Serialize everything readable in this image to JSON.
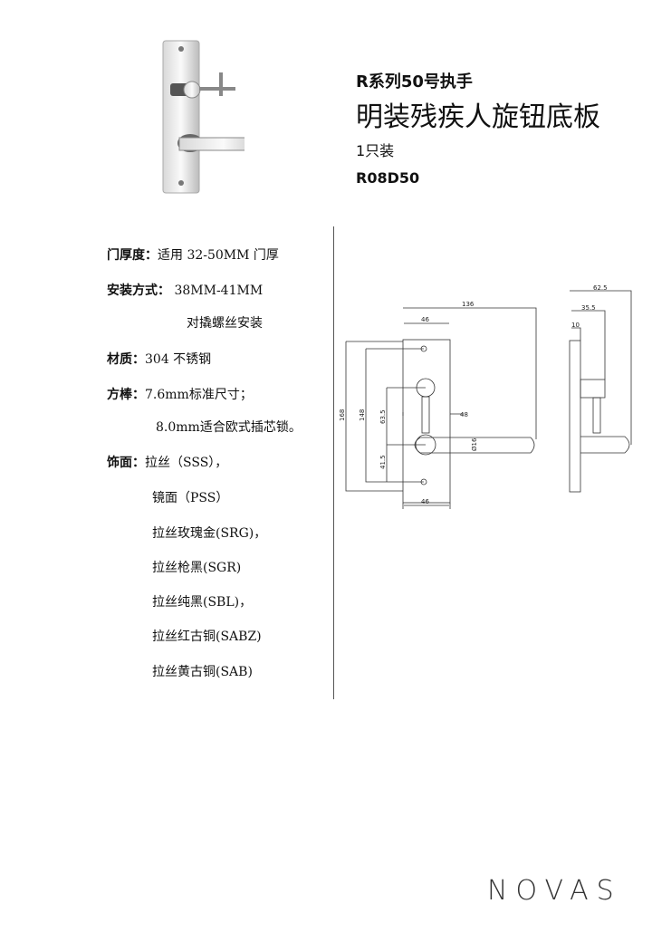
{
  "header": {
    "series": "R系列50号执手",
    "name": "明装残疾人旋钮底板",
    "pack": "1只装",
    "code": "R08D50"
  },
  "specs": [
    {
      "label": "门厚度：",
      "value": "适用 32-50MM 门厚"
    },
    {
      "label": "安装方式：",
      "value": "38MM-41MM"
    },
    {
      "label": "",
      "value": "对撬螺丝安装"
    },
    {
      "label": "材质：",
      "value": "304 不锈钢"
    },
    {
      "label": "方棒：",
      "value": "7.6mm标准尺寸；"
    },
    {
      "label": "",
      "value": "8.0mm适合欧式插芯锁。"
    },
    {
      "label": "饰面：",
      "value": "拉丝（SSS），"
    },
    {
      "label": "",
      "value": "镜面（PSS）"
    },
    {
      "label": "",
      "value": "拉丝玫瑰金(SRG)，"
    },
    {
      "label": "",
      "value": "拉丝枪黑(SGR)"
    },
    {
      "label": "",
      "value": "拉丝纯黑(SBL)，"
    },
    {
      "label": "",
      "value": "拉丝红古铜(SABZ)"
    },
    {
      "label": "",
      "value": "拉丝黄古铜(SAB)"
    }
  ],
  "drawing": {
    "d136": "136",
    "d46top": "46",
    "d168": "168",
    "d148": "148",
    "d63_5": "63.5",
    "d41_5": "41.5",
    "d48": "48",
    "d16": "Ø16",
    "d46bot": "46",
    "d62_5": "62.5",
    "d35_5": "35.5",
    "d10": "10"
  },
  "logo": "NOVAS"
}
